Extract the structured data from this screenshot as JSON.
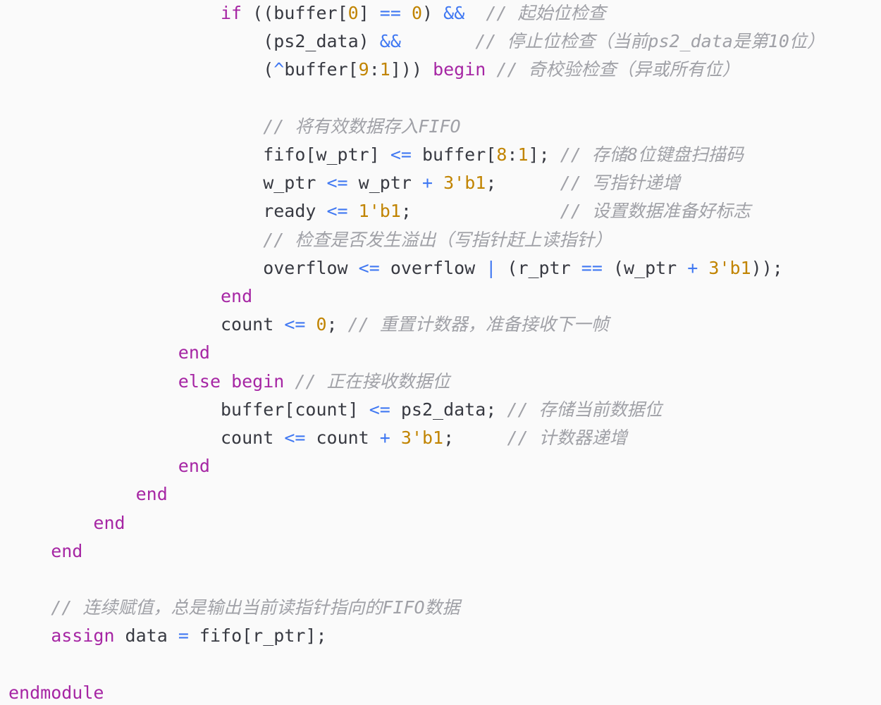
{
  "code_view": {
    "colors": {
      "background": "#fafafa",
      "plain": "#383a42",
      "keyword": "#a626a4",
      "operator": "#4078f2",
      "number": "#c18401",
      "comment": "#a0a1a7"
    },
    "lines": [
      {
        "indent": 20,
        "tokens": [
          {
            "t": "if",
            "k": "kw"
          },
          {
            "t": " ((buffer[",
            "k": "id"
          },
          {
            "t": "0",
            "k": "num"
          },
          {
            "t": "] ",
            "k": "id"
          },
          {
            "t": "==",
            "k": "op"
          },
          {
            "t": " ",
            "k": "id"
          },
          {
            "t": "0",
            "k": "num"
          },
          {
            "t": ") ",
            "k": "id"
          },
          {
            "t": "&&",
            "k": "op"
          },
          {
            "t": "  ",
            "k": "id"
          },
          {
            "t": "// 起始位检查",
            "k": "cm"
          }
        ]
      },
      {
        "indent": 24,
        "tokens": [
          {
            "t": "(ps2_data) ",
            "k": "id"
          },
          {
            "t": "&&",
            "k": "op"
          },
          {
            "t": "       ",
            "k": "id"
          },
          {
            "t": "// 停止位检查（当前ps2_data是第10位）",
            "k": "cm"
          }
        ]
      },
      {
        "indent": 24,
        "tokens": [
          {
            "t": "(",
            "k": "id"
          },
          {
            "t": "^",
            "k": "op"
          },
          {
            "t": "buffer[",
            "k": "id"
          },
          {
            "t": "9",
            "k": "num"
          },
          {
            "t": ":",
            "k": "id"
          },
          {
            "t": "1",
            "k": "num"
          },
          {
            "t": "])) ",
            "k": "id"
          },
          {
            "t": "begin",
            "k": "kw"
          },
          {
            "t": " ",
            "k": "id"
          },
          {
            "t": "// 奇校验检查（异或所有位）",
            "k": "cm"
          }
        ]
      },
      {
        "indent": 0,
        "tokens": []
      },
      {
        "indent": 24,
        "tokens": [
          {
            "t": "// 将有效数据存入FIFO",
            "k": "cm"
          }
        ]
      },
      {
        "indent": 24,
        "tokens": [
          {
            "t": "fifo[w_ptr] ",
            "k": "id"
          },
          {
            "t": "<=",
            "k": "op"
          },
          {
            "t": " buffer[",
            "k": "id"
          },
          {
            "t": "8",
            "k": "num"
          },
          {
            "t": ":",
            "k": "id"
          },
          {
            "t": "1",
            "k": "num"
          },
          {
            "t": "]; ",
            "k": "id"
          },
          {
            "t": "// 存储8位键盘扫描码",
            "k": "cm"
          }
        ]
      },
      {
        "indent": 24,
        "tokens": [
          {
            "t": "w_ptr ",
            "k": "id"
          },
          {
            "t": "<=",
            "k": "op"
          },
          {
            "t": " w_ptr ",
            "k": "id"
          },
          {
            "t": "+",
            "k": "op"
          },
          {
            "t": " ",
            "k": "id"
          },
          {
            "t": "3'b1",
            "k": "num"
          },
          {
            "t": ";      ",
            "k": "id"
          },
          {
            "t": "// 写指针递增",
            "k": "cm"
          }
        ]
      },
      {
        "indent": 24,
        "tokens": [
          {
            "t": "ready ",
            "k": "id"
          },
          {
            "t": "<=",
            "k": "op"
          },
          {
            "t": " ",
            "k": "id"
          },
          {
            "t": "1'b1",
            "k": "num"
          },
          {
            "t": ";              ",
            "k": "id"
          },
          {
            "t": "// 设置数据准备好标志",
            "k": "cm"
          }
        ]
      },
      {
        "indent": 24,
        "tokens": [
          {
            "t": "// 检查是否发生溢出（写指针赶上读指针）",
            "k": "cm"
          }
        ]
      },
      {
        "indent": 24,
        "tokens": [
          {
            "t": "overflow ",
            "k": "id"
          },
          {
            "t": "<=",
            "k": "op"
          },
          {
            "t": " overflow ",
            "k": "id"
          },
          {
            "t": "|",
            "k": "op"
          },
          {
            "t": " (r_ptr ",
            "k": "id"
          },
          {
            "t": "==",
            "k": "op"
          },
          {
            "t": " (w_ptr ",
            "k": "id"
          },
          {
            "t": "+",
            "k": "op"
          },
          {
            "t": " ",
            "k": "id"
          },
          {
            "t": "3'b1",
            "k": "num"
          },
          {
            "t": "));",
            "k": "id"
          }
        ]
      },
      {
        "indent": 20,
        "tokens": [
          {
            "t": "end",
            "k": "kw"
          }
        ]
      },
      {
        "indent": 20,
        "tokens": [
          {
            "t": "count ",
            "k": "id"
          },
          {
            "t": "<=",
            "k": "op"
          },
          {
            "t": " ",
            "k": "id"
          },
          {
            "t": "0",
            "k": "num"
          },
          {
            "t": "; ",
            "k": "id"
          },
          {
            "t": "// 重置计数器，准备接收下一帧",
            "k": "cm"
          }
        ]
      },
      {
        "indent": 16,
        "tokens": [
          {
            "t": "end",
            "k": "kw"
          }
        ]
      },
      {
        "indent": 16,
        "tokens": [
          {
            "t": "else",
            "k": "kw"
          },
          {
            "t": " ",
            "k": "id"
          },
          {
            "t": "begin",
            "k": "kw"
          },
          {
            "t": " ",
            "k": "id"
          },
          {
            "t": "// 正在接收数据位",
            "k": "cm"
          }
        ]
      },
      {
        "indent": 20,
        "tokens": [
          {
            "t": "buffer[count] ",
            "k": "id"
          },
          {
            "t": "<=",
            "k": "op"
          },
          {
            "t": " ps2_data; ",
            "k": "id"
          },
          {
            "t": "// 存储当前数据位",
            "k": "cm"
          }
        ]
      },
      {
        "indent": 20,
        "tokens": [
          {
            "t": "count ",
            "k": "id"
          },
          {
            "t": "<=",
            "k": "op"
          },
          {
            "t": " count ",
            "k": "id"
          },
          {
            "t": "+",
            "k": "op"
          },
          {
            "t": " ",
            "k": "id"
          },
          {
            "t": "3'b1",
            "k": "num"
          },
          {
            "t": ";     ",
            "k": "id"
          },
          {
            "t": "// 计数器递增",
            "k": "cm"
          }
        ]
      },
      {
        "indent": 16,
        "tokens": [
          {
            "t": "end",
            "k": "kw"
          }
        ]
      },
      {
        "indent": 12,
        "tokens": [
          {
            "t": "end",
            "k": "kw"
          }
        ]
      },
      {
        "indent": 8,
        "tokens": [
          {
            "t": "end",
            "k": "kw"
          }
        ]
      },
      {
        "indent": 4,
        "tokens": [
          {
            "t": "end",
            "k": "kw"
          }
        ]
      },
      {
        "indent": 0,
        "tokens": []
      },
      {
        "indent": 4,
        "tokens": [
          {
            "t": "// 连续赋值，总是输出当前读指针指向的FIFO数据",
            "k": "cm"
          }
        ]
      },
      {
        "indent": 4,
        "tokens": [
          {
            "t": "assign",
            "k": "kw"
          },
          {
            "t": " data ",
            "k": "id"
          },
          {
            "t": "=",
            "k": "op"
          },
          {
            "t": " fifo[r_ptr];",
            "k": "id"
          }
        ]
      },
      {
        "indent": 0,
        "tokens": []
      },
      {
        "indent": 0,
        "tokens": [
          {
            "t": "endmodule",
            "k": "kw"
          }
        ]
      }
    ]
  }
}
